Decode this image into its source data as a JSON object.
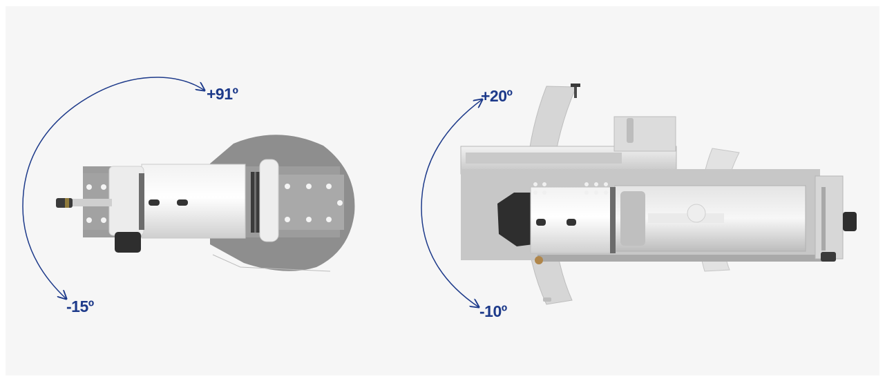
{
  "figures": [
    {
      "id": "left-assembly",
      "upper_angle": "+91º",
      "lower_angle": "-15º"
    },
    {
      "id": "right-assembly",
      "upper_angle": "+20º",
      "lower_angle": "-10º"
    }
  ],
  "colors": {
    "accent": "#1d3a8a",
    "background": "#f6f6f6",
    "plate": "#8c8c8c",
    "metal": "#d9d9d9"
  }
}
